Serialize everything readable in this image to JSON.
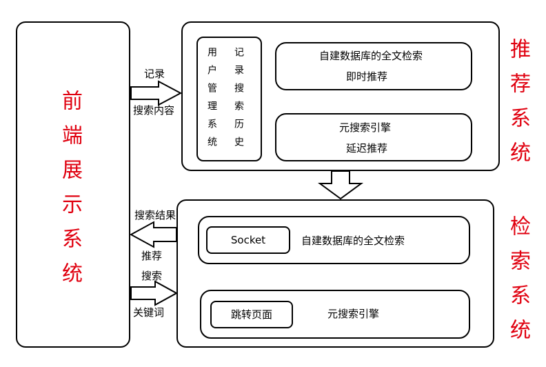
{
  "frontend": {
    "title": "前端展示系统"
  },
  "recommend": {
    "title": "推荐系统",
    "user_mgmt": "用户管理系统",
    "search_history": "记录搜索历史",
    "db_search_line1": "自建数据库的全文检索",
    "db_search_line2": "即时推荐",
    "meta_search_line1": "元搜索引擎",
    "meta_search_line2": "延迟推荐"
  },
  "retrieval": {
    "title": "检索系统",
    "socket": "Socket",
    "db_search": "自建数据库的全文检索",
    "jump_page": "跳转页面",
    "meta_search": "元搜索引擎"
  },
  "arrows": {
    "record_label": "记录",
    "search_content_label": "搜索内容",
    "search_results_label": "搜索结果",
    "recommend_label": "推荐",
    "search_label": "搜索",
    "keyword_label": "关键词"
  }
}
